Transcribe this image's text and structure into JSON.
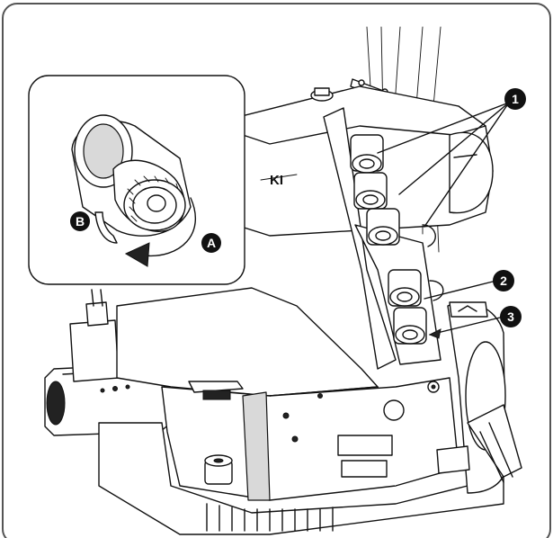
{
  "figure": {
    "brand_mark": "KI",
    "inset_callouts": [
      "A",
      "B"
    ],
    "part_callouts": [
      "1",
      "2",
      "3"
    ]
  },
  "colors": {
    "frame_border": "#555555",
    "line": "#111111",
    "callout_fill": "#111111",
    "callout_text": "#ffffff",
    "shade": "#d9d9d9"
  }
}
